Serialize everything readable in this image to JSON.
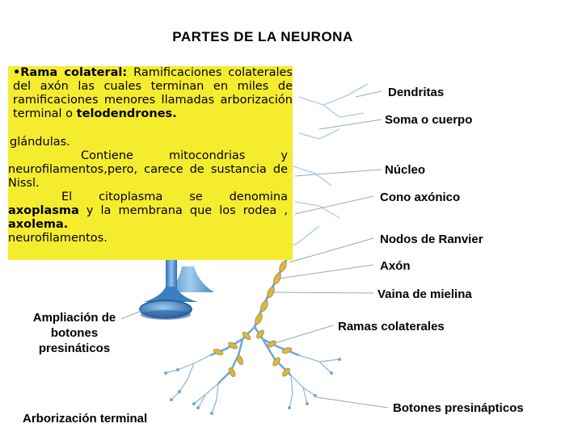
{
  "title": "PARTES DE LA NEURONA",
  "textbox": {
    "upper_lead": "•Rama colateral:",
    "upper_rest": " Ramificaciones colaterales del axón las cuales terminan en miles de ramificaciones menores llamadas arborización terminal o ",
    "upper_bold_end": "telodendrones.",
    "hidden_fragment": "glándulas.",
    "para2": "Contiene mitocondrias y neurofilamentos,pero, carece de sustancia de Nissl.",
    "para3_a": "El citoplasma se denomina ",
    "para3_b": "axoplasma",
    "para3_c": " y la membrana que los rodea , ",
    "para3_d": "axolema.",
    "trailing": "neurofilamentos."
  },
  "labels": {
    "dendritas": "Dendritas",
    "soma": "Soma o cuerpo",
    "nucleo": "Núcleo",
    "cono": "Cono axónico",
    "nodos": "Nodos de Ranvier",
    "axon": "Axón",
    "vaina": "Vaina de mielina",
    "ramas": "Ramas colaterales",
    "botones": "Botones presinápticos",
    "ampliacion": "Ampliación de botones presináticos",
    "arborizacion": "Arborización terminal"
  },
  "colors": {
    "textbox_bg": "#f5ec2e",
    "neuron_blue": "#4a90cf",
    "myelin": "#d8b84a",
    "pointer": "#9aa7b3"
  }
}
